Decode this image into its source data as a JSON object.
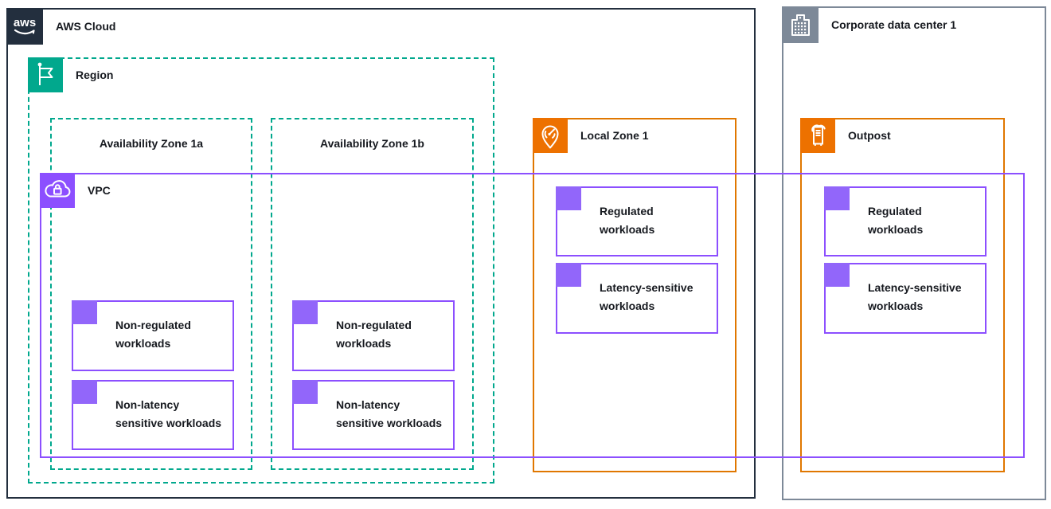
{
  "colors": {
    "navy": "#232F3E",
    "teal": "#01A88D",
    "purple": "#8C4FFF",
    "purple_tab": "#9266FA",
    "orange": "#ED7100",
    "orange_border": "#E07700",
    "gray": "#7D8998",
    "text": "#16191F"
  },
  "diagram": {
    "aws_logo": "aws",
    "aws_cloud": {
      "label": "AWS Cloud"
    },
    "region": {
      "label": "Region"
    },
    "vpc": {
      "label": "VPC"
    },
    "az1a": {
      "label": "Availability Zone 1a",
      "workloads": [
        [
          "Non-regulated",
          "workloads"
        ],
        [
          "Non-latency",
          "sensitive workloads"
        ]
      ]
    },
    "az1b": {
      "label": "Availability Zone 1b",
      "workloads": [
        [
          "Non-regulated",
          "workloads"
        ],
        [
          "Non-latency",
          "sensitive workloads"
        ]
      ]
    },
    "local_zone": {
      "label": "Local Zone 1",
      "workloads": [
        [
          "Regulated",
          "workloads"
        ],
        [
          "Latency-sensitive",
          "workloads"
        ]
      ]
    },
    "corporate_dc": {
      "label": "Corporate data center 1"
    },
    "outpost": {
      "label": "Outpost",
      "workloads": [
        [
          "Regulated",
          "workloads"
        ],
        [
          "Latency-sensitive",
          "workloads"
        ]
      ]
    }
  }
}
